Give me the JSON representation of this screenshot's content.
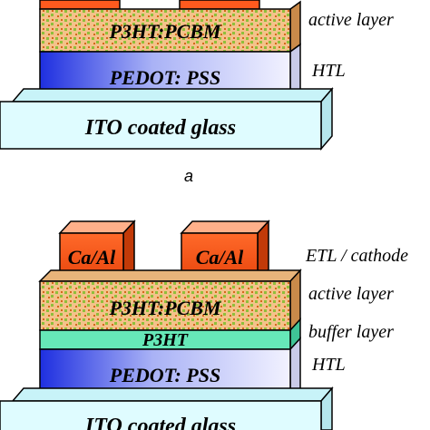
{
  "diagram_a": {
    "panel_label": "a",
    "layers": {
      "active": "P3HT:PCBM",
      "htl": "PEDOT: PSS",
      "substrate": "ITO coated glass"
    },
    "side_labels": {
      "active": "active layer",
      "htl": "HTL"
    }
  },
  "diagram_b": {
    "electrodes": [
      "Ca/Al",
      "Ca/Al"
    ],
    "layers": {
      "active": "P3HT:PCBM",
      "buffer": "P3HT",
      "htl": "PEDOT: PSS",
      "substrate": "ITO coated glass"
    },
    "side_labels": {
      "etl": "ETL / cathode",
      "active": "active layer",
      "buffer": "buffer layer",
      "htl": "HTL"
    }
  },
  "colors": {
    "electrode": "#ff5a1e",
    "active_base": "#f4c28a",
    "active_dots": "#8fbf3a",
    "buffer": "#66e8b8",
    "htl_dark": "#1e2fe0",
    "htl_light": "#f2f2ff",
    "glass": "#dffcff"
  }
}
